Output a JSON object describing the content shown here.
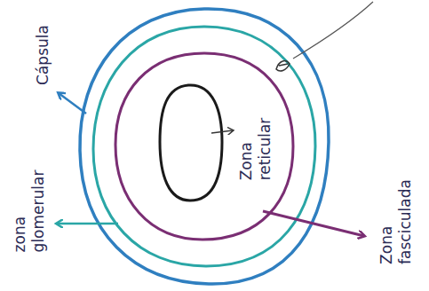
{
  "diagram": {
    "labels": [
      "Cápsula",
      "zona glomerular",
      "Zona reticular",
      "Zona fasciculada"
    ]
  }
}
